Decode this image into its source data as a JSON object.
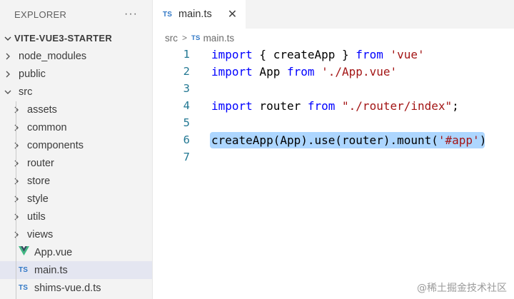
{
  "sidebar": {
    "title": "EXPLORER",
    "more_glyph": "···",
    "project": "VITE-VUE3-STARTER",
    "items": [
      {
        "label": "node_modules",
        "type": "folder",
        "level": 0,
        "expanded": false
      },
      {
        "label": "public",
        "type": "folder",
        "level": 0,
        "expanded": false
      },
      {
        "label": "src",
        "type": "folder",
        "level": 0,
        "expanded": true
      },
      {
        "label": "assets",
        "type": "folder",
        "level": 1,
        "expanded": false
      },
      {
        "label": "common",
        "type": "folder",
        "level": 1,
        "expanded": false
      },
      {
        "label": "components",
        "type": "folder",
        "level": 1,
        "expanded": false
      },
      {
        "label": "router",
        "type": "folder",
        "level": 1,
        "expanded": false
      },
      {
        "label": "store",
        "type": "folder",
        "level": 1,
        "expanded": false
      },
      {
        "label": "style",
        "type": "folder",
        "level": 1,
        "expanded": false
      },
      {
        "label": "utils",
        "type": "folder",
        "level": 1,
        "expanded": false
      },
      {
        "label": "views",
        "type": "folder",
        "level": 1,
        "expanded": false
      },
      {
        "label": "App.vue",
        "type": "vue",
        "level": 2
      },
      {
        "label": "main.ts",
        "type": "ts",
        "level": 2,
        "selected": true
      },
      {
        "label": "shims-vue.d.ts",
        "type": "ts",
        "level": 2
      }
    ]
  },
  "ts_badge": "TS",
  "tab": {
    "label": "main.ts",
    "close_glyph": "✕"
  },
  "breadcrumb": {
    "folder": "src",
    "sep": ">",
    "file": "main.ts"
  },
  "code": {
    "lines": [
      {
        "n": "1",
        "tokens": [
          [
            "kw",
            "import"
          ],
          [
            "pl",
            " { createApp } "
          ],
          [
            "kw",
            "from"
          ],
          [
            "pl",
            " "
          ],
          [
            "str",
            "'vue'"
          ]
        ]
      },
      {
        "n": "2",
        "tokens": [
          [
            "kw",
            "import"
          ],
          [
            "pl",
            " App "
          ],
          [
            "kw",
            "from"
          ],
          [
            "pl",
            " "
          ],
          [
            "str",
            "'./App.vue'"
          ]
        ]
      },
      {
        "n": "3",
        "tokens": []
      },
      {
        "n": "4",
        "tokens": [
          [
            "kw",
            "import"
          ],
          [
            "pl",
            " router "
          ],
          [
            "kw",
            "from"
          ],
          [
            "pl",
            " "
          ],
          [
            "str",
            "\"./router/index\""
          ],
          [
            "pl",
            ";"
          ]
        ]
      },
      {
        "n": "5",
        "tokens": []
      },
      {
        "n": "6",
        "highlight": true,
        "tokens": [
          [
            "pl",
            "createApp(App).use(router).mount("
          ],
          [
            "str",
            "'#app'"
          ],
          [
            "pl",
            ")"
          ]
        ]
      },
      {
        "n": "7",
        "tokens": []
      }
    ]
  },
  "watermark": "@稀土掘金技术社区",
  "colors": {
    "keyword": "#0000ff",
    "string": "#a31515",
    "line_number": "#237893",
    "selection": "#add6ff",
    "ts": "#3178c6",
    "vue_green": "#41b883"
  }
}
